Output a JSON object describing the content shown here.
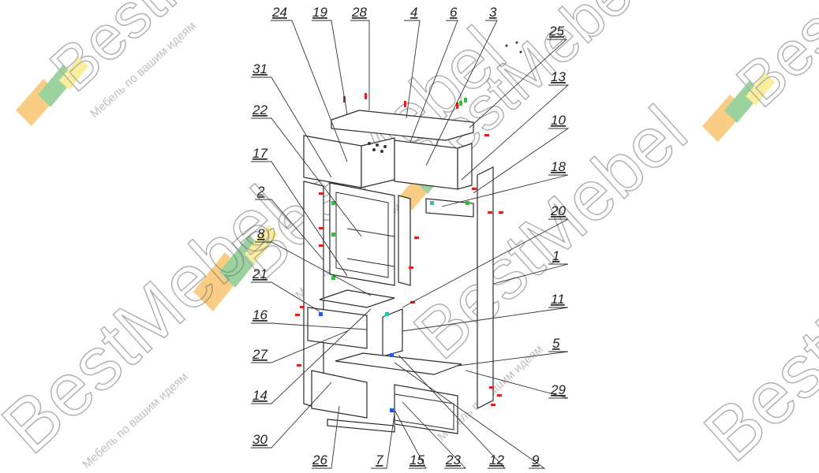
{
  "diagram": {
    "part_numbers": [
      "24",
      "19",
      "28",
      "4",
      "6",
      "3",
      "25",
      "31",
      "13",
      "10",
      "22",
      "18",
      "17",
      "2",
      "20",
      "8",
      "1",
      "21",
      "11",
      "16",
      "5",
      "27",
      "29",
      "14",
      "30",
      "26",
      "7",
      "15",
      "23",
      "12",
      "9"
    ]
  },
  "watermark": {
    "brand": "BestMebel",
    "tagline": "Мебель по вашим идеям",
    "colors": {
      "orange": "#f5a623",
      "green": "#4caf50",
      "yellow": "#f7e04a",
      "outline": "#6b6b6b"
    }
  }
}
